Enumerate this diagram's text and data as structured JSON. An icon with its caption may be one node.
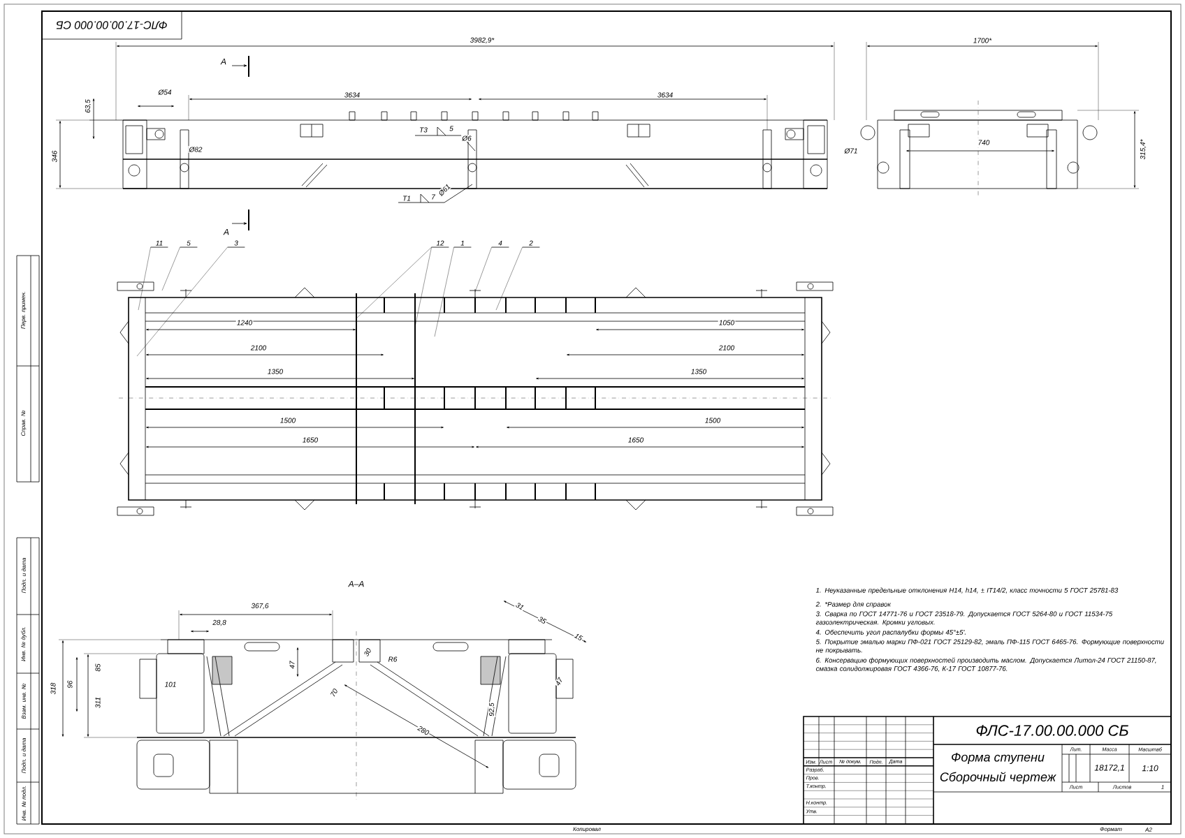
{
  "diagram": {
    "nodes": [
      {
        "text": [
          "11"
        ]
      },
      {
        "text": [
          "5"
        ]
      },
      {
        "text": [
          "3"
        ]
      },
      {
        "text": [
          "12"
        ]
      },
      {
        "text": [
          "1"
        ]
      },
      {
        "text": [
          "4"
        ]
      },
      {
        "text": [
          "2"
        ]
      }
    ],
    "edges": [
      {
        "from": 0,
        "to": null,
        "arrow": "none"
      },
      {
        "from": 1,
        "to": null,
        "arrow": "none"
      },
      {
        "from": 2,
        "to": null,
        "arrow": "none"
      },
      {
        "from": 3,
        "to": null,
        "arrow": "none"
      },
      {
        "from": 3,
        "to": null,
        "arrow": "none"
      },
      {
        "from": 4,
        "to": null,
        "arrow": "none"
      },
      {
        "from": 5,
        "to": null,
        "arrow": "none"
      },
      {
        "from": 6,
        "to": null,
        "arrow": "none"
      }
    ],
    "labels": [
      "ФЛС-17.00.00.000 СБ",
      "3982,9*",
      "1700*",
      "А",
      "3634",
      "3634",
      "63,5",
      "Ø54",
      "Т3",
      "5",
      "Ø6",
      "346",
      "Ø82",
      "740",
      "Ø71",
      "315,4*",
      "Ø61",
      "Т1",
      "7",
      "А",
      "1240",
      "1050",
      "2100",
      "2100",
      "1350",
      "1350",
      "1500",
      "1500",
      "1650",
      "1650",
      "А–А",
      "367,6",
      "28,8",
      "318",
      "96",
      "85",
      "311",
      "101",
      "47",
      "30",
      "R6",
      "70",
      "280",
      "31",
      "35",
      "15",
      "47",
      "92,5",
      "1. Неуказанные предельные отклонения H14, h14, ± IT14/2, класс точности 5 ГОСТ 25781-83",
      "2. *Размер для справок",
      "3. Сварка по ГОСТ 14771-76 и ГОСТ 23518-79. Допускается ГОСТ 5264-80 и ГОСТ 11534-75 газоэлектрическая. Кромки угловых.",
      "4. Обеспечить угол распалубки формы 45°±5'.",
      "5. Покрытие эмалью марки ПФ-021 ГОСТ 25129-82, эмаль ПФ-115 ГОСТ 6465-76. Формующие поверхности не покрывать.",
      "6. Консервацию формующих поверхностей производить маслом. Допускается Литол-24 ГОСТ 21150-87, смазка солидолжировая ГОСТ 4366-76, К-17 ГОСТ 10877-76.",
      "ФЛС-17.00.00.000 СБ",
      "Изм.",
      "Лист",
      "№ докум.",
      "Подп.",
      "Дата",
      "Разраб.",
      "Пров.",
      "Т.контр.",
      "Н.контр.",
      "Утв.",
      "Форма ступени",
      "Сборочный чертеж",
      "Лит.",
      "Масса",
      "Масштаб",
      "18172,1",
      "1:10",
      "Лист",
      "Листов",
      "1",
      "Копировал",
      "Формат",
      "А2",
      "Перв. примен.",
      "Справ. №",
      "Подп. и дата",
      "Инв. № дубл.",
      "Взам. инв. №",
      "Подп. и дата",
      "Инв. № подл."
    ]
  }
}
